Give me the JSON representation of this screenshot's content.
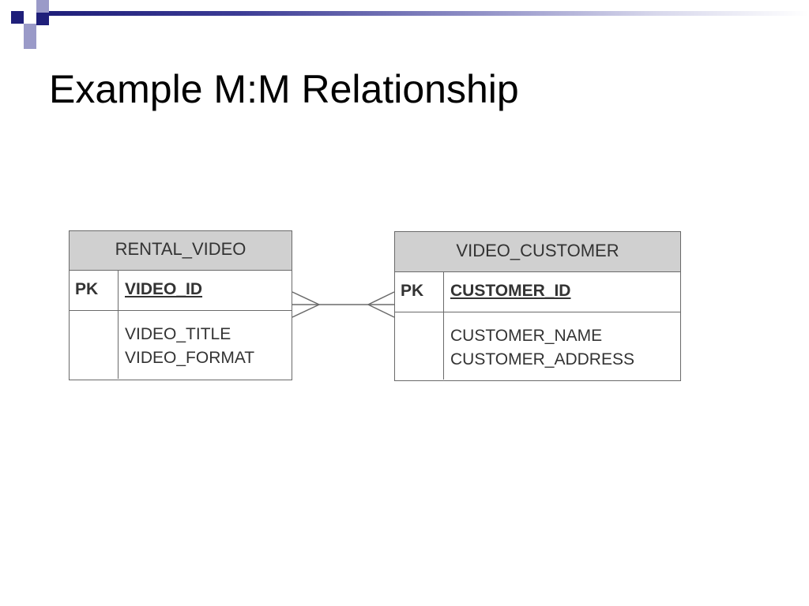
{
  "slide": {
    "title": "Example M:M Relationship"
  },
  "theme": {
    "accent": "#1f1f7a",
    "accent_light": "#9a9ac8",
    "table_header_fill": "#d0d0d0",
    "table_border": "#6a6a6a"
  },
  "diagram": {
    "entities": [
      {
        "name": "RENTAL_VIDEO",
        "key_label": "PK",
        "primary_key": "VIDEO_ID",
        "attributes": [
          "VIDEO_TITLE",
          "VIDEO_FORMAT"
        ]
      },
      {
        "name": "VIDEO_CUSTOMER",
        "key_label": "PK",
        "primary_key": "CUSTOMER_ID",
        "attributes": [
          "CUSTOMER_NAME",
          "CUSTOMER_ADDRESS"
        ]
      }
    ],
    "relationship": {
      "from": "RENTAL_VIDEO",
      "to": "VIDEO_CUSTOMER",
      "from_cardinality": "many",
      "to_cardinality": "many"
    }
  }
}
